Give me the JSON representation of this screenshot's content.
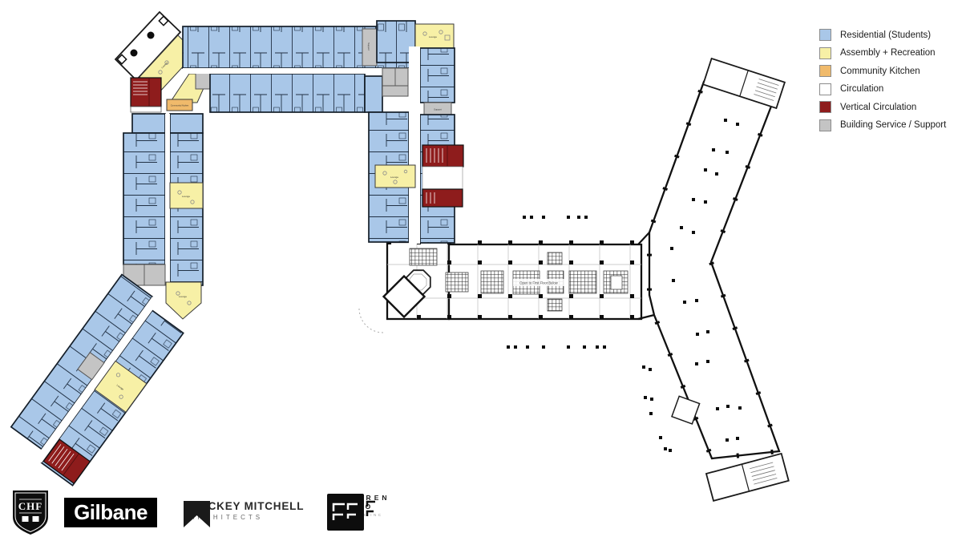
{
  "legend": {
    "items": [
      {
        "label": "Residential (Students)",
        "color": "#a9c7e8"
      },
      {
        "label": "Assembly + Recreation",
        "color": "#f7f0a6"
      },
      {
        "label": "Community Kitchen",
        "color": "#f0ba6b"
      },
      {
        "label": "Circulation",
        "color": "#ffffff"
      },
      {
        "label": "Vertical Circulation",
        "color": "#8e1c1c"
      },
      {
        "label": "Building Service / Support",
        "color": "#c4c4c4"
      }
    ]
  },
  "plan": {
    "labels": {
      "lounge": "Lounge",
      "community_kitchen": "Community Kitchen",
      "support": "Support",
      "open_below": "Open to First Floor Below"
    },
    "colors": {
      "residential": "#a9c7e8",
      "assembly": "#f7f0a6",
      "kitchen": "#f0ba6b",
      "circulation": "#ffffff",
      "vertical_circulation": "#8e1c1c",
      "service": "#c4c4c4",
      "wall": "#16202c"
    }
  },
  "footer": {
    "chf": {
      "monogram": "CHF"
    },
    "gilbane": {
      "name": "Gilbane"
    },
    "mackey_mitchell": {
      "name": "MACKEY MITCHELL",
      "subtitle": "ARCHITECTS"
    },
    "broeren_russo": {
      "line1": "BROEREN",
      "line2": "RUSSO",
      "subtitle": "BUILDERS INC"
    }
  }
}
